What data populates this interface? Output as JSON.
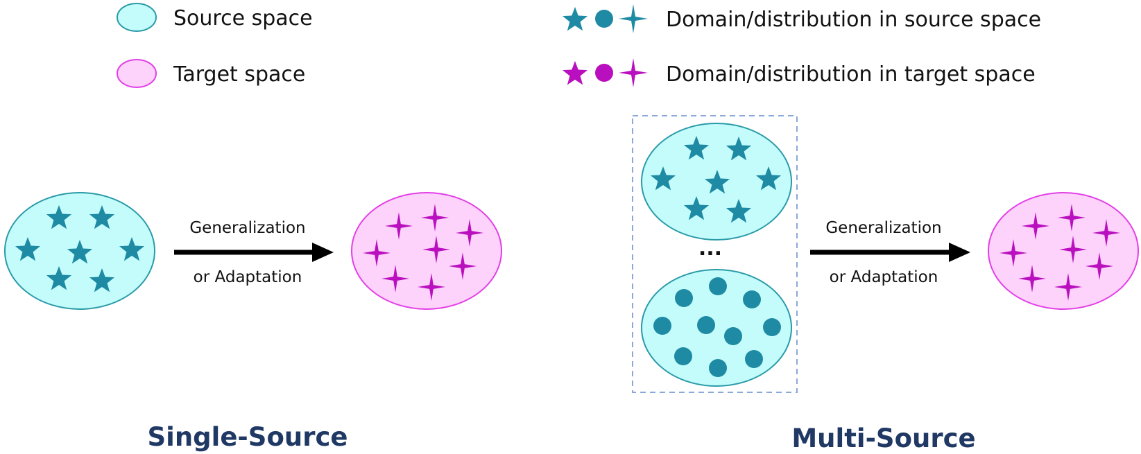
{
  "legend": {
    "source_space_label": "Source space",
    "target_space_label": "Target space",
    "source_domain_label": "Domain/distribution in source space",
    "target_domain_label": "Domain/distribution in target space"
  },
  "single_source": {
    "arrow_label_line1": "Generalization",
    "arrow_label_line2": "or Adaptation",
    "caption": "Single-Source"
  },
  "multi_source": {
    "ellipsis": "...",
    "arrow_label_line1": "Generalization",
    "arrow_label_line2": "or Adaptation",
    "caption": "Multi-Source"
  },
  "colors": {
    "source_fill": "#c3fcfb",
    "source_stroke": "#2a9aa8",
    "source_marker": "#1e8aa3",
    "target_fill": "#fdd3fb",
    "target_stroke": "#e23fe6",
    "target_marker": "#b90fbf",
    "dashed_box": "#8aa8d8",
    "caption": "#1f3864"
  }
}
